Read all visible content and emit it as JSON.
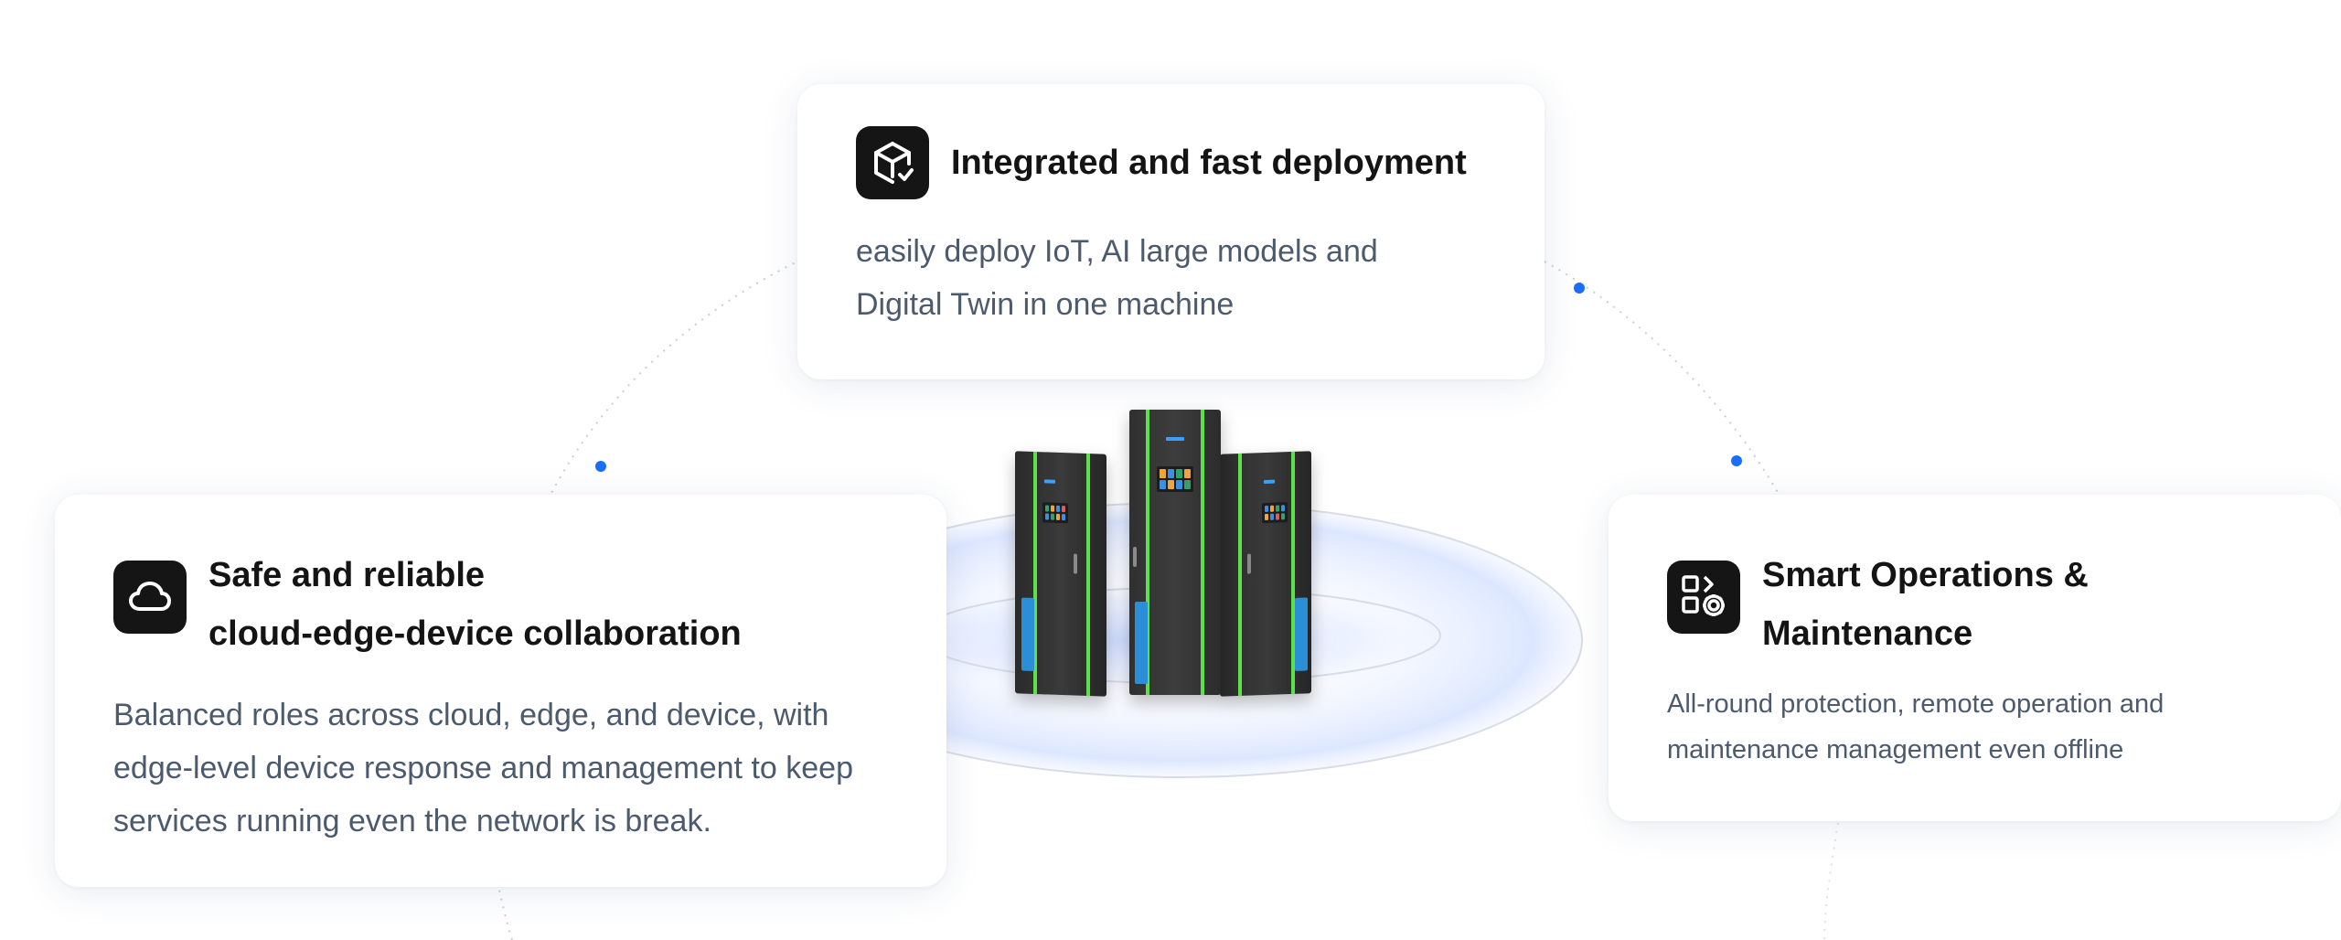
{
  "cards": {
    "top": {
      "icon": "cube-check-icon",
      "title": "Integrated and fast deployment",
      "desc_lines": [
        "easily deploy IoT, AI large models and",
        "Digital Twin in one machine"
      ]
    },
    "left": {
      "icon": "cloud-icon",
      "title_lines": [
        "Safe and reliable",
        "cloud-edge-device collaboration"
      ],
      "desc_lines": [
        "Balanced roles across cloud, edge, and device, with",
        "edge-level device response and management to keep",
        "services running even the network is break."
      ]
    },
    "right": {
      "icon": "apps-gear-icon",
      "title_lines": [
        "Smart Operations &",
        "Maintenance"
      ],
      "desc_lines": [
        "All-round protection, remote operation and",
        "maintenance management even offline"
      ]
    }
  },
  "colors": {
    "accent_dot": "#1a6ef5",
    "icon_bg": "#151515",
    "title": "#141414",
    "desc": "#4c5a6e",
    "stripe_green": "#5de14a",
    "panel_blue": "#2b8fd8"
  }
}
